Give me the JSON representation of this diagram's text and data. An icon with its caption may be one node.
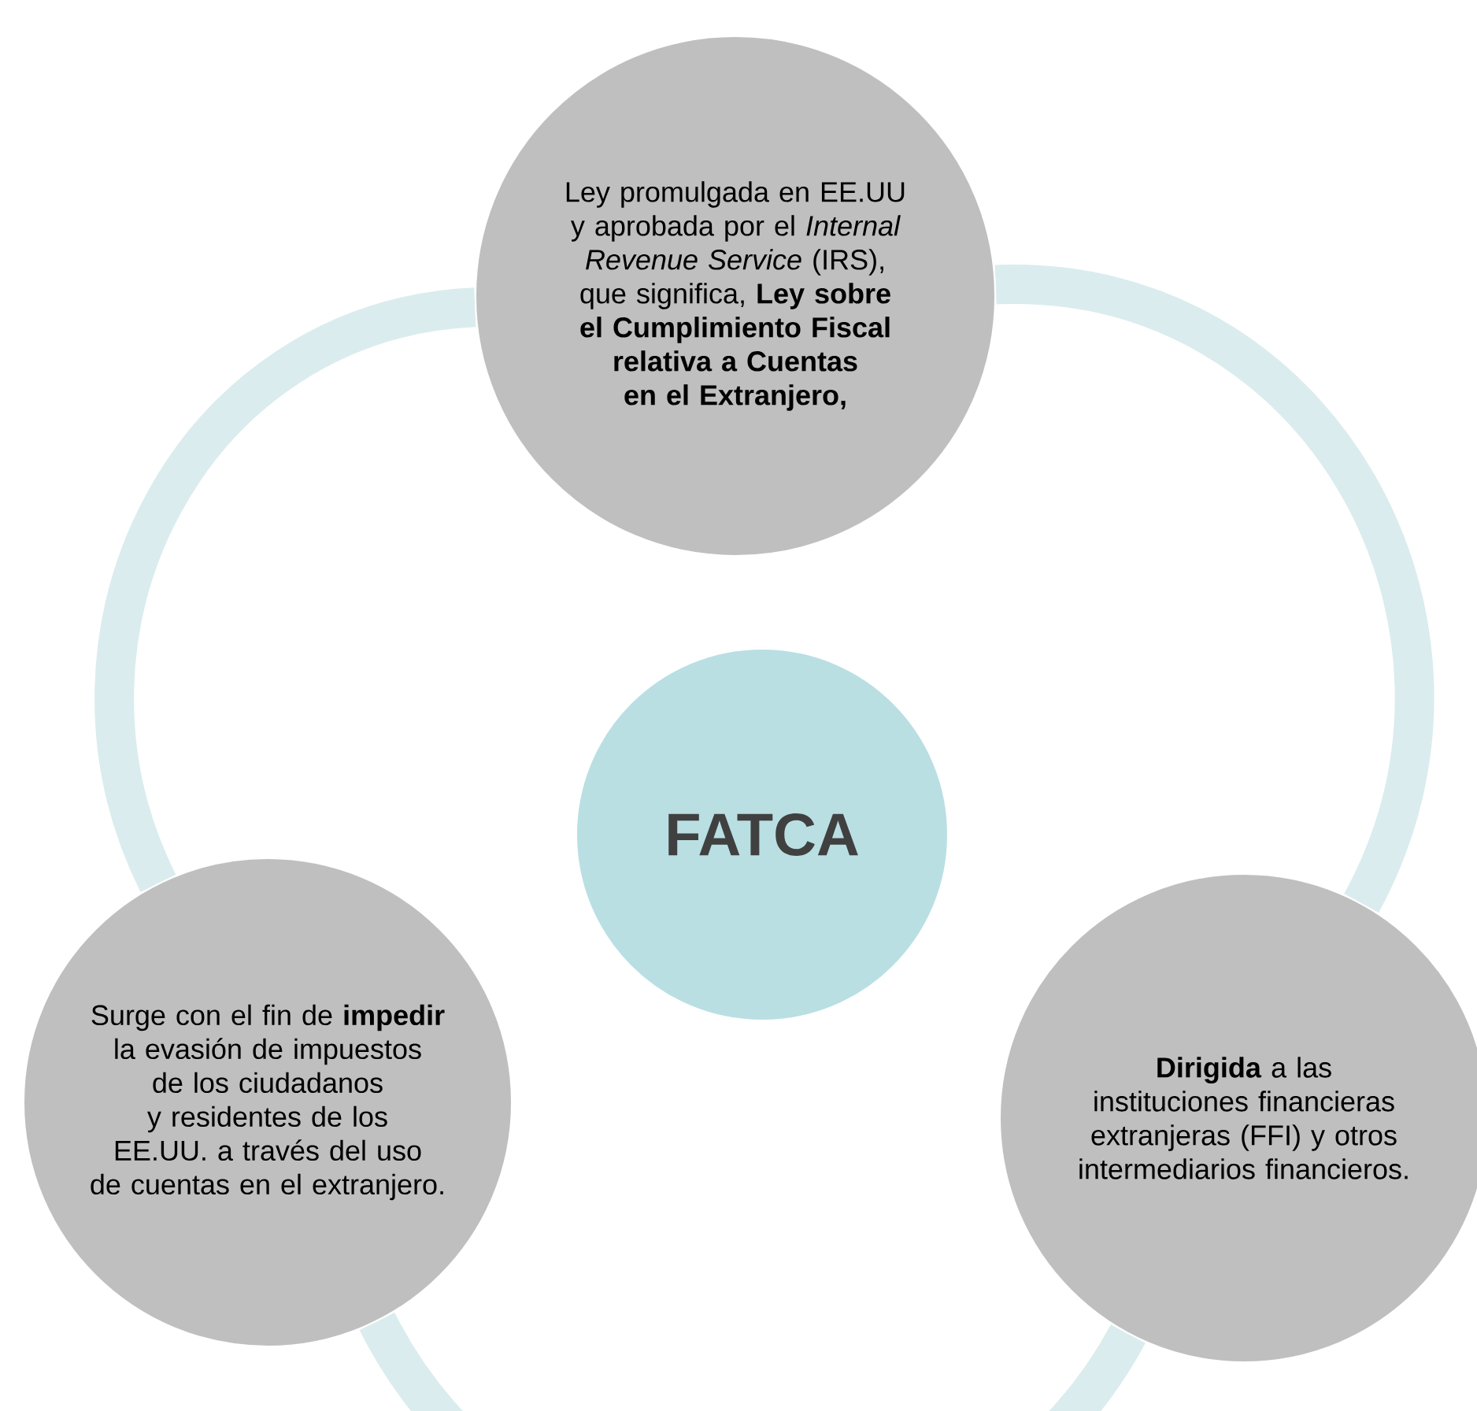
{
  "diagram": {
    "nodes": [
      {
        "text": [
          "Ley promulgada en EE.UU y aprobada por el *Internal Revenue Service* (IRS), que significa, **Ley sobre el Cumplimiento Fiscal relativa a Cuentas en el Extranjero,**"
        ]
      },
      {
        "text": [
          "FATCA"
        ]
      },
      {
        "text": [
          "Surge con el fin de **impedir** la evasión de impuestos de los ciudadanos y residentes de los EE.UU. a través del uso de cuentas en el extranjero."
        ]
      },
      {
        "text": [
          "**Dirigida** a las instituciones financieras extranjeras (FFI) y otros intermediarios financieros."
        ]
      }
    ],
    "edges": [
      {
        "from": 0,
        "to": 3,
        "arrow": "none"
      },
      {
        "from": 3,
        "to": 2,
        "arrow": "none"
      },
      {
        "from": 2,
        "to": 0,
        "arrow": "none"
      }
    ]
  }
}
